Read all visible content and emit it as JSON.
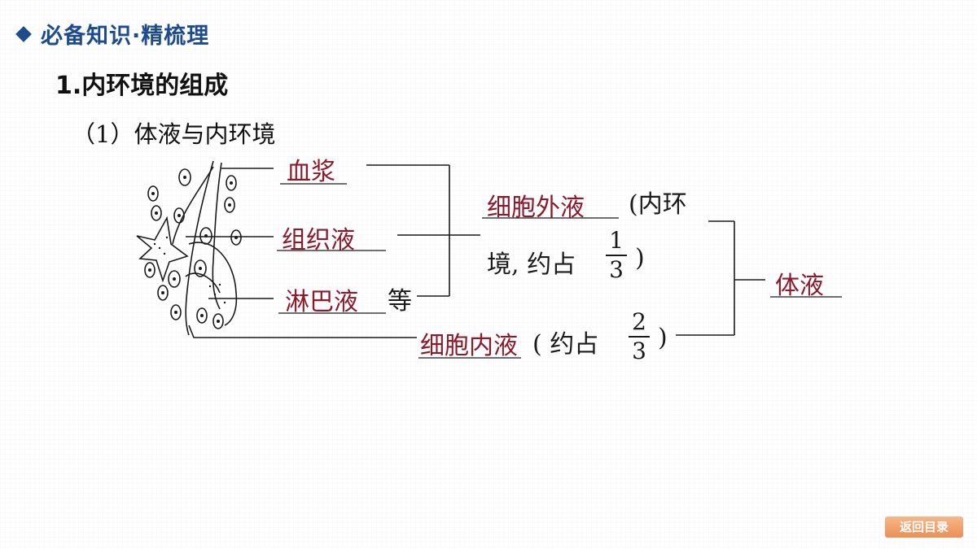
{
  "header": {
    "title": "必备知识·精梳理"
  },
  "section": {
    "title": "1.内环境的组成",
    "subtitle": "（1）体液与内环境"
  },
  "diagram": {
    "plasma": "血浆",
    "tissue_fluid": "组织液",
    "lymph": "淋巴液",
    "etc": "等",
    "extracellular": "细胞外液",
    "ecf_note_1": "(内环",
    "ecf_note_2": "境, 约占",
    "ecf_frac_num": "1",
    "ecf_frac_den": "3",
    "ecf_close": ")",
    "intracellular": "细胞内液",
    "icf_note": "( 约占",
    "icf_frac_num": "2",
    "icf_frac_den": "3",
    "icf_close": ")",
    "body_fluid": "体液"
  },
  "nav": {
    "back_label": "返回目录"
  }
}
